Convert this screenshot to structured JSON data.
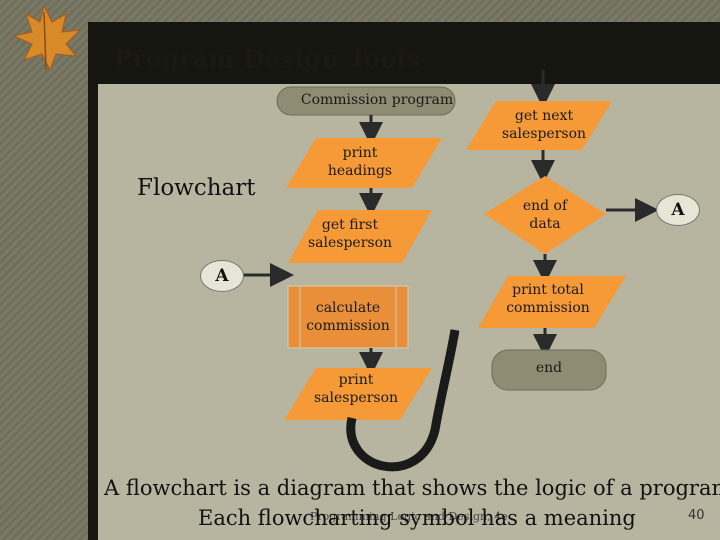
{
  "slide": {
    "title": "Program Design Tools",
    "subject": "Flowchart",
    "caption_line1": "A flowchart is a diagram that shows the logic of a program.",
    "caption_line2": "Each flowcharting symbol has a meaning",
    "footer": "Programming Logic and Design, 4e",
    "page_number": "40"
  },
  "diagram": {
    "start": "Commission program",
    "print_headings": [
      "print",
      "headings"
    ],
    "get_first": [
      "get first",
      "salesperson"
    ],
    "connector_in": "A",
    "calculate": [
      "calculate",
      "commission"
    ],
    "print_salesperson": [
      "print",
      "salesperson"
    ],
    "get_next": [
      "get next",
      "salesperson"
    ],
    "end_of_data": [
      "end of",
      "data"
    ],
    "connector_out": "A",
    "print_total": [
      "print total",
      "commission"
    ],
    "end": "end"
  },
  "colors": {
    "flow_fill": "#f59a36",
    "process_fill": "#e98f3a",
    "terminal_fill": "#8e8d73",
    "content_bg": "#b7b5a0"
  }
}
